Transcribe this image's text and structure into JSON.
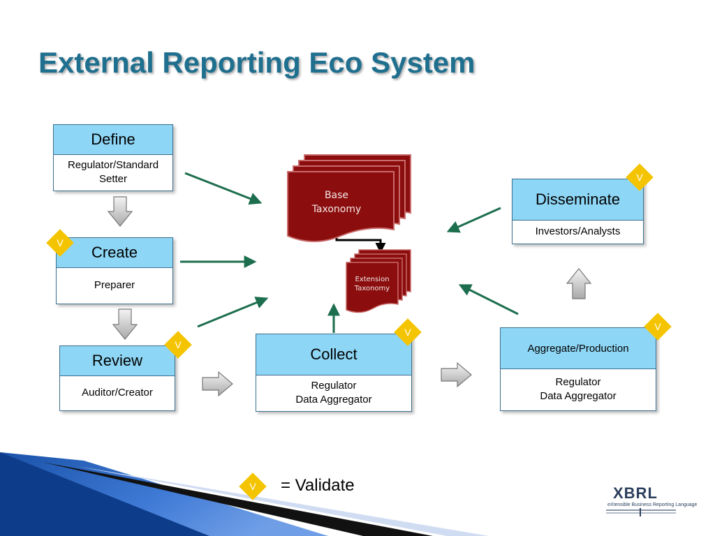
{
  "slide": {
    "title": "External Reporting Eco System"
  },
  "boxes": {
    "define": {
      "title": "Define",
      "body": "Regulator/Standard\nSetter"
    },
    "create": {
      "title": "Create",
      "body": "Preparer"
    },
    "review": {
      "title": "Review",
      "body": "Auditor/Creator"
    },
    "collect": {
      "title": "Collect",
      "body": "Regulator\nData Aggregator"
    },
    "aggregate": {
      "title": "Aggregate/Production",
      "body": "Regulator\nData Aggregator"
    },
    "disseminate": {
      "title": "Disseminate",
      "body": "Investors/Analysts"
    }
  },
  "taxonomy": {
    "base": "Base\nTaxonomy",
    "extension": "Extension\nTaxonomy"
  },
  "badges": {
    "validate_letter": "V"
  },
  "legend": {
    "text": "= Validate"
  },
  "logo": {
    "name": "XBRL",
    "tagline": "eXtensible Business Reporting Language"
  },
  "colors": {
    "title": "#1f6f8f",
    "box_header": "#8ed6f5",
    "box_border": "#3c6f8e",
    "arrow_green": "#1c6e4e",
    "taxonomy_red": "#8b0d0d",
    "badge_yellow": "#f5c400",
    "corner_blue": "#1f5bb5"
  }
}
